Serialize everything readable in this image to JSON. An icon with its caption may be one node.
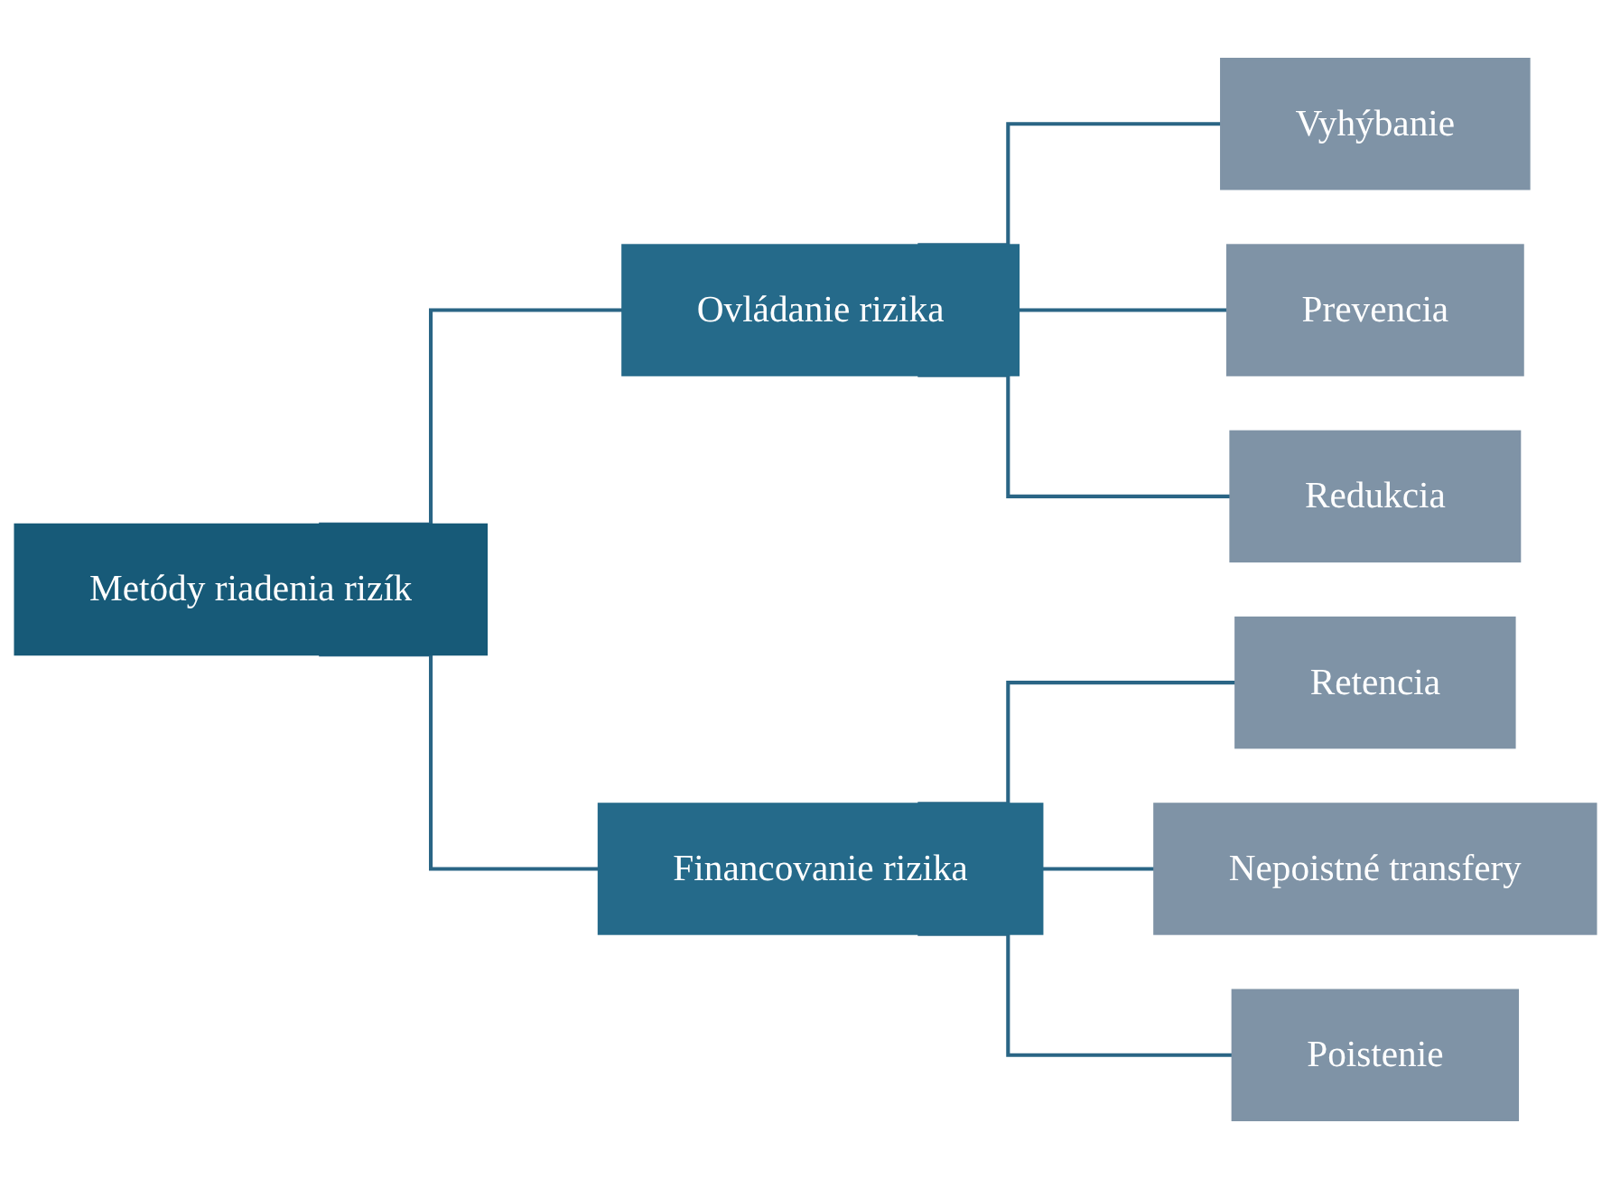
{
  "diagram": {
    "nodes": [
      {
        "text": [
          "Metódy riadenia rizík"
        ]
      },
      {
        "text": [
          "Ovládanie rizika"
        ]
      },
      {
        "text": [
          "Financovanie rizika"
        ]
      },
      {
        "text": [
          "Vyhýbanie"
        ]
      },
      {
        "text": [
          "Prevencia"
        ]
      },
      {
        "text": [
          "Redukcia"
        ]
      },
      {
        "text": [
          "Retencia"
        ]
      },
      {
        "text": [
          "Nepoistné transfery"
        ]
      },
      {
        "text": [
          "Poistenie"
        ]
      }
    ],
    "edges": [
      {
        "from": 0,
        "to": 1,
        "arrow": "none"
      },
      {
        "from": 0,
        "to": 2,
        "arrow": "none"
      },
      {
        "from": 1,
        "to": 3,
        "arrow": "none"
      },
      {
        "from": 1,
        "to": 4,
        "arrow": "none"
      },
      {
        "from": 1,
        "to": 5,
        "arrow": "none"
      },
      {
        "from": 2,
        "to": 6,
        "arrow": "none"
      },
      {
        "from": 2,
        "to": 7,
        "arrow": "none"
      },
      {
        "from": 2,
        "to": 8,
        "arrow": "none"
      }
    ]
  }
}
